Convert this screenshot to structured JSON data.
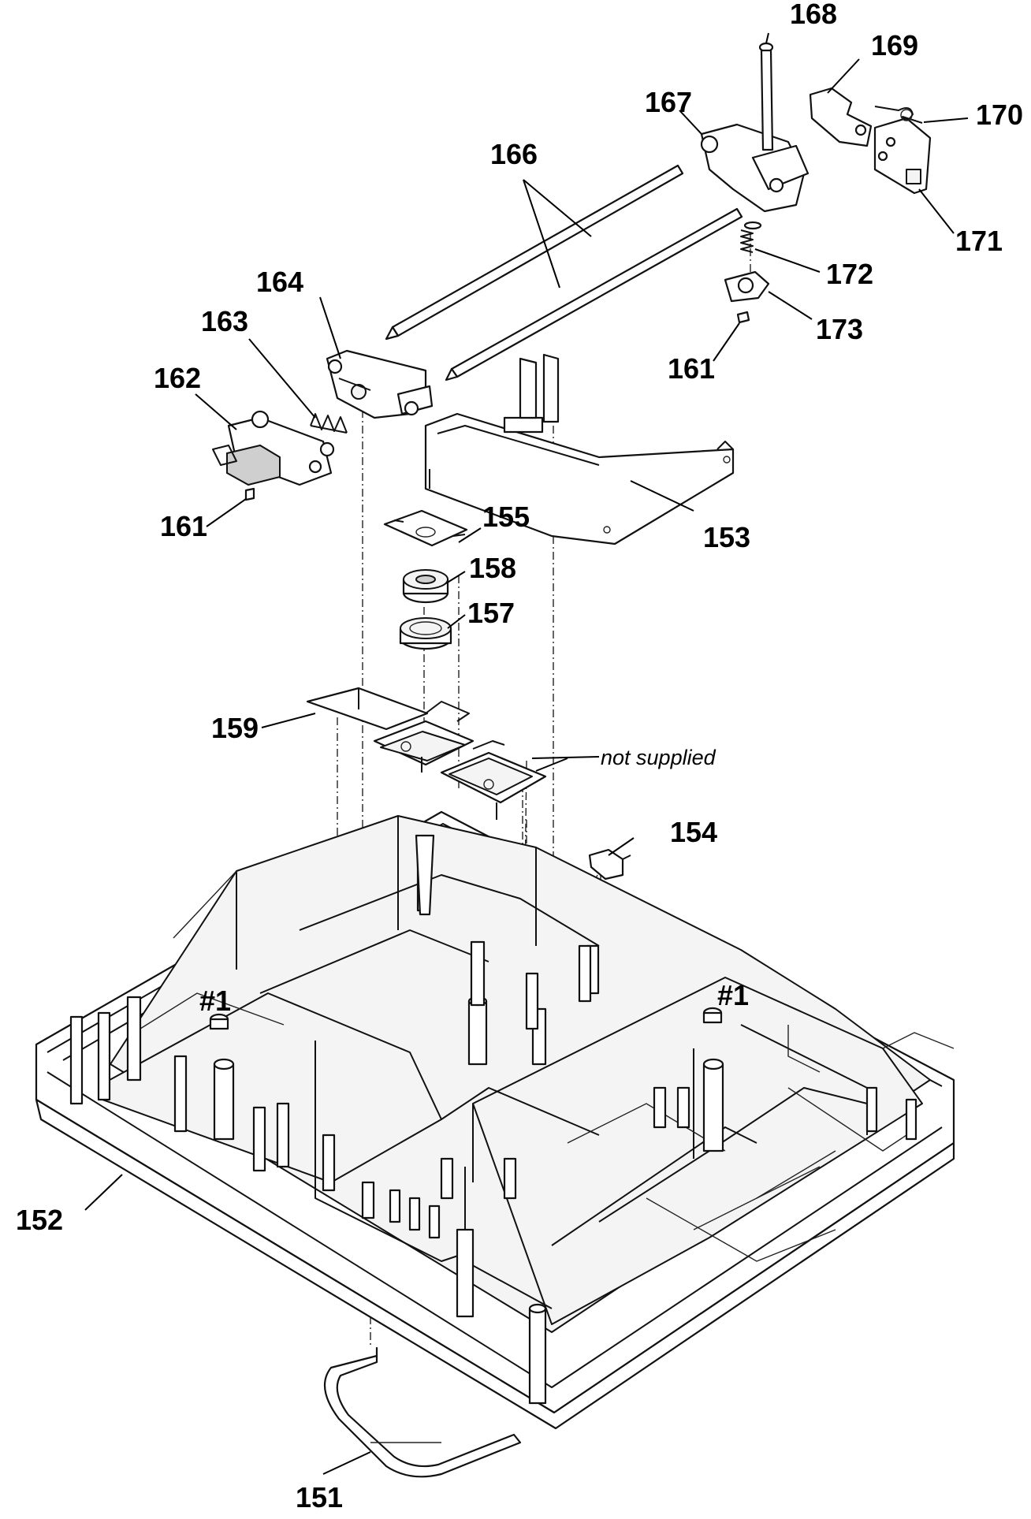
{
  "diagram": {
    "labels": {
      "p151": "151",
      "p152": "152",
      "p153": "153",
      "p154": "154",
      "p155": "155",
      "p157": "157",
      "p158": "158",
      "p159": "159",
      "p161a": "161",
      "p161b": "161",
      "p162": "162",
      "p163": "163",
      "p164": "164",
      "p166": "166",
      "p167": "167",
      "p168": "168",
      "p169": "169",
      "p170": "170",
      "p171": "171",
      "p172": "172",
      "p173": "173",
      "screw_left": "#1",
      "screw_right": "#1",
      "not_supplied": "not supplied"
    }
  }
}
